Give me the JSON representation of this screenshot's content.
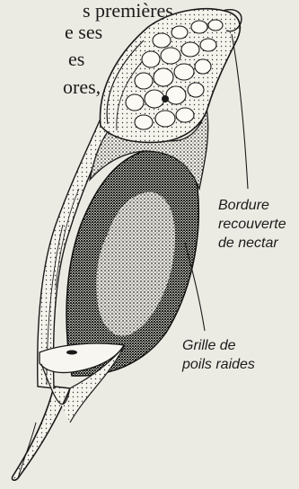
{
  "background_text": {
    "line1": "s premières,",
    "line2": "e ses",
    "line3": "es",
    "line4": "ores,"
  },
  "labels": {
    "nectar": [
      "Bordure",
      "recouverte",
      "de nectar"
    ],
    "grille": [
      "Grille de",
      "poils raides"
    ]
  },
  "colors": {
    "paper": "#ecebe3",
    "ink": "#1b1b1b"
  }
}
